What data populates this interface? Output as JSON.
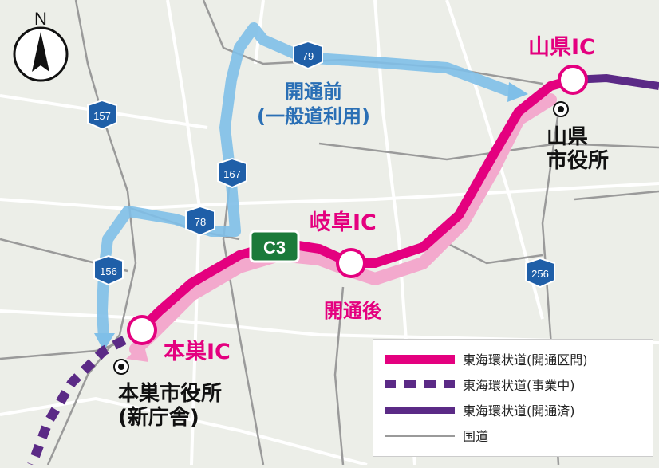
{
  "interchanges": {
    "yamagata": "山県IC",
    "gifu": "岐阜IC",
    "motosu": "本巣IC"
  },
  "city_halls": {
    "yamagata": "山県\n市役所",
    "motosu": "本巣市役所\n(新庁舎)"
  },
  "route_labels": {
    "before": "開通前\n(一般道利用)",
    "after": "開通後"
  },
  "road_signs": {
    "r79": "79",
    "r157": "157",
    "r167": "167",
    "r78": "78",
    "r156": "156",
    "r256": "256",
    "expressway": "C3"
  },
  "compass": {
    "label": "N"
  },
  "legend": [
    {
      "label": "東海環状道(開通区間)",
      "style": "solid-thick",
      "color": "#e4007f"
    },
    {
      "label": "東海環状道(事業中)",
      "style": "dashed",
      "color": "#5b2a86"
    },
    {
      "label": "東海環状道(開通済)",
      "style": "solid",
      "color": "#5b2a86"
    },
    {
      "label": "国道",
      "style": "thin",
      "color": "#9a9a9a"
    }
  ],
  "colors": {
    "open_section": "#e4007f",
    "under_construction": "#5b2a86",
    "before_route": "#7fbfe8",
    "after_route": "#f3a9cd",
    "national_road": "#9a9a9a",
    "sign_blue": "#1f5fa8",
    "sign_green": "#1b7a3a"
  }
}
